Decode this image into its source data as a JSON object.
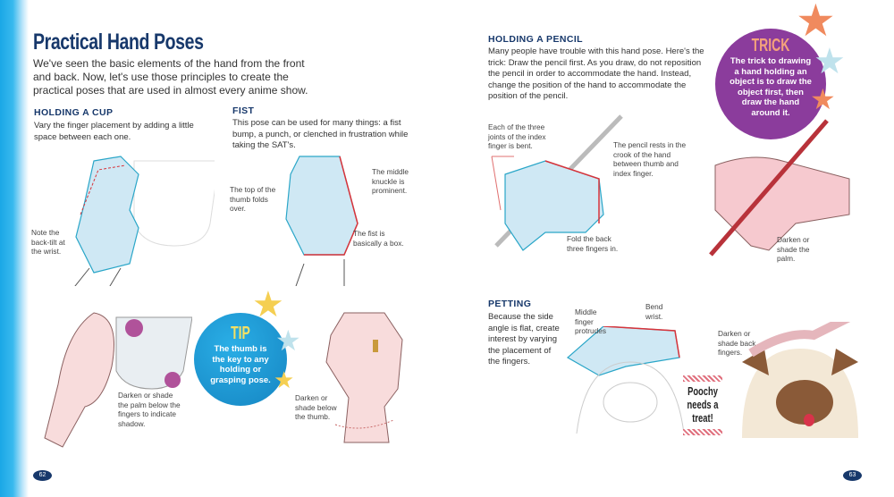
{
  "left_page": {
    "title": "Practical Hand Poses",
    "intro": "We've seen the basic elements of the hand from the front and back. Now, let's use those principles to create the practical poses that are used in almost every anime show.",
    "cup": {
      "heading": "HOLDING A CUP",
      "text": "Vary the finger placement by adding a little space between each one.",
      "label_tilt": "Note the back-tilt at the wrist.",
      "label_shade": "Darken or shade the palm below the fingers to indicate shadow."
    },
    "fist": {
      "heading": "FIST",
      "text": "This pose can be used for many things: a fist bump, a punch, or clenched in frustration while taking the SAT's.",
      "label_thumb": "The top of the thumb folds over.",
      "label_knuckle": "The middle knuckle is prominent.",
      "label_box": "The fist is basically a box.",
      "label_shade": "Darken or shade below the thumb."
    },
    "tip": {
      "title": "TIP",
      "text": "The thumb is the key to any holding or grasping pose."
    },
    "page_number": "62"
  },
  "right_page": {
    "pencil": {
      "heading": "HOLDING A PENCIL",
      "text": "Many people have trouble with this hand pose. Here's the trick: Draw the pencil first. As you draw, do not reposition the pencil in order to accommodate the hand. Instead, change the position of the hand to accommodate the position of the pencil.",
      "label_joints": "Each of the three joints of the index finger is bent.",
      "label_rests": "The pencil rests in the crook of the hand between thumb and index finger.",
      "label_fold": "Fold the back three fingers in.",
      "label_palm": "Darken or shade the palm."
    },
    "trick": {
      "title": "TRICK",
      "text": "The trick to drawing a hand holding an object is to draw the object first, then draw the hand around it."
    },
    "petting": {
      "heading": "PETTING",
      "text": "Because the side angle is flat, create interest by varying the placement of the fingers.",
      "label_middle": "Middle finger protrudes",
      "label_wrist": "Bend wrist.",
      "label_back": "Darken or shade back fingers.",
      "poochy": "Poochy needs a treat!"
    },
    "page_number": "63"
  },
  "colors": {
    "navy": "#17386b",
    "tip_blue": "#1e9ad6",
    "trick_purple": "#8b3c9c",
    "accent_red": "#d8333a",
    "sketch_blue": "#bfe3f2"
  }
}
